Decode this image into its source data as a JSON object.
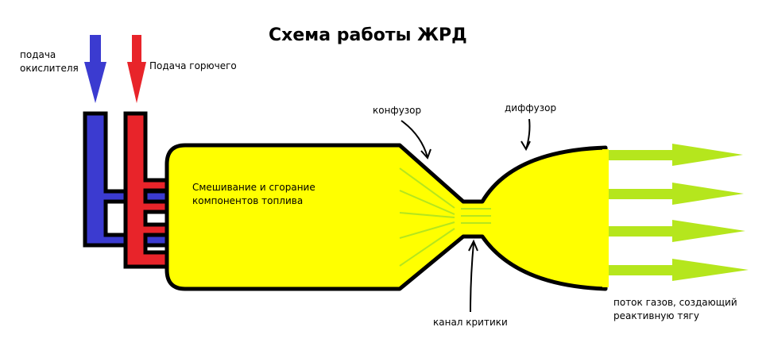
{
  "title": "Схема работы ЖРД",
  "labels": {
    "oxidizer_feed": [
      "подача",
      "окислителя"
    ],
    "fuel_feed": "Подача горючего",
    "confusor": "конфузор",
    "diffuser": "диффузор",
    "combustion": [
      "Смешивание и сгорание",
      "компонентов топлива"
    ],
    "throat": "канал критики",
    "exhaust": [
      "поток газов, создающий",
      "реактивную тягу"
    ]
  },
  "colors": {
    "oxidizer": "#3b3bd0",
    "fuel": "#e8242a",
    "chamber_fill": "#ffff00",
    "flow_arrows": "#b5e61d",
    "outline": "#000000",
    "background": "#ffffff"
  }
}
